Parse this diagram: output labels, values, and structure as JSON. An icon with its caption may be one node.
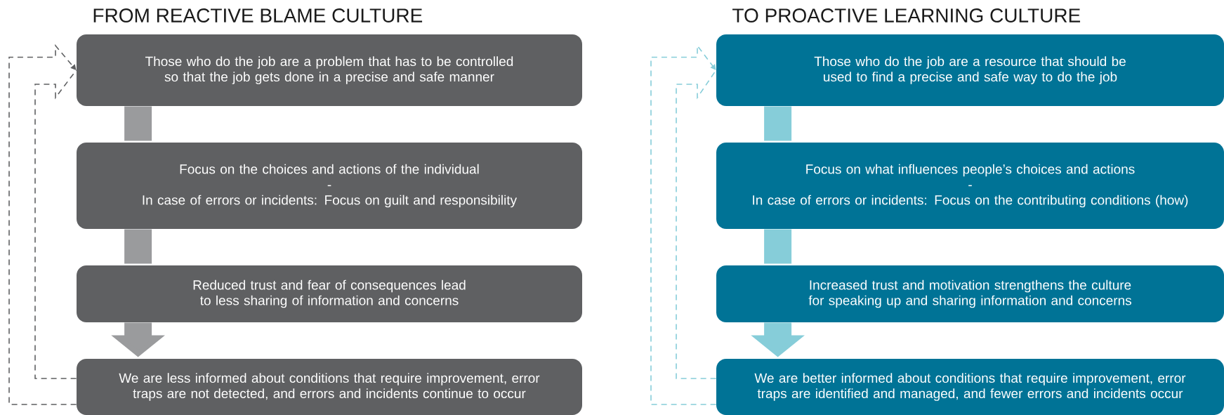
{
  "diagram": {
    "nodes": [
      {
        "text": [
          "Those who do the job are a problem that has to be controlled so that the job gets done in a precise and safe manner"
        ]
      },
      {
        "text": [
          "Focus on the choices and actions of the individual",
          "-",
          "In case of errors or incidents: Focus on guilt and responsibility"
        ]
      },
      {
        "text": [
          "Reduced trust and fear of consequences lead to less sharing of information and concerns"
        ]
      },
      {
        "text": [
          "We are less informed about conditions that require improvement, error traps are not detected, and errors and incidents continue to occur"
        ]
      },
      {
        "text": [
          "Those who do the job are a resource that should be used to find a precise and safe way to do the job"
        ]
      },
      {
        "text": [
          "Focus on what influences people’s choices and actions",
          "-",
          "In case of errors or incidents: Focus on the contributing conditions (how)"
        ]
      },
      {
        "text": [
          "Increased trust and motivation strengthens the culture for speaking up and sharing information and concerns"
        ]
      },
      {
        "text": [
          "We are better informed about conditions that require improvement, error traps are identified and managed, and fewer errors and incidents occur"
        ]
      }
    ],
    "edges": [
      {
        "from": 0,
        "to": 1,
        "arrow": "none",
        "color": "#9a9b9d"
      },
      {
        "from": 1,
        "to": 2,
        "arrow": "none",
        "color": "#9a9b9d"
      },
      {
        "from": 2,
        "to": 3,
        "arrow": "to",
        "color": "#9a9b9d"
      },
      {
        "from": 3,
        "to": 0,
        "arrow": "to",
        "style": "dashed",
        "color": "#5f6062"
      },
      {
        "from": 4,
        "to": 5,
        "arrow": "none",
        "color": "#86cdd9"
      },
      {
        "from": 5,
        "to": 6,
        "arrow": "none",
        "color": "#86cdd9"
      },
      {
        "from": 6,
        "to": 7,
        "arrow": "to",
        "color": "#86cdd9"
      },
      {
        "from": 7,
        "to": 4,
        "arrow": "to",
        "style": "dashed",
        "color": "#86cdd9"
      }
    ],
    "labels": [
      "FROM REACTIVE BLAME CULTURE",
      "TO PROACTIVE LEARNING CULTURE"
    ]
  }
}
